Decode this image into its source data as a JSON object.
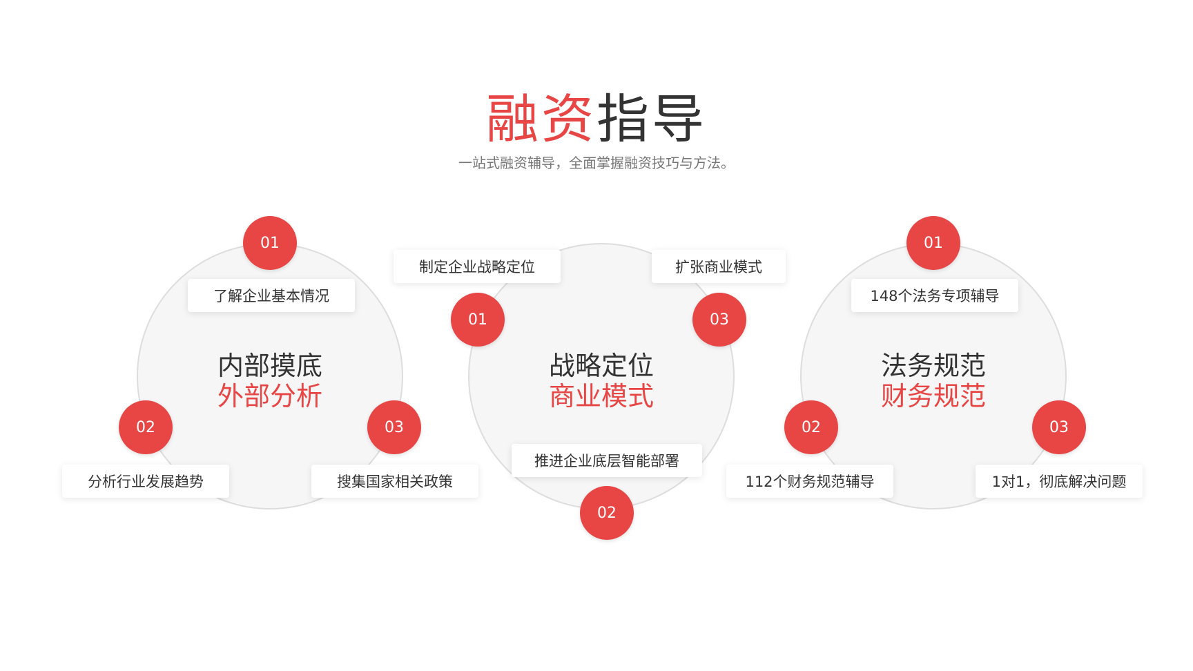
{
  "header": {
    "title_red": "融资",
    "title_dark": "指导",
    "subtitle": "一站式融资辅导，全面掌握融资技巧与方法。"
  },
  "colors": {
    "accent": "#e84545",
    "text": "#333333",
    "muted": "#777777",
    "circle_fill": "#f6f6f6"
  },
  "groups": [
    {
      "line1": "内部摸底",
      "line2": "外部分析",
      "items": [
        {
          "num": "01",
          "label": "了解企业基本情况"
        },
        {
          "num": "02",
          "label": "分析行业发展趋势"
        },
        {
          "num": "03",
          "label": "搜集国家相关政策"
        }
      ]
    },
    {
      "line1": "战略定位",
      "line2": "商业模式",
      "items": [
        {
          "num": "01",
          "label": "制定企业战略定位"
        },
        {
          "num": "02",
          "label": "推进企业底层智能部署"
        },
        {
          "num": "03",
          "label": "扩张商业模式"
        }
      ]
    },
    {
      "line1": "法务规范",
      "line2": "财务规范",
      "items": [
        {
          "num": "01",
          "label": "148个法务专项辅导"
        },
        {
          "num": "02",
          "label": "112个财务规范辅导"
        },
        {
          "num": "03",
          "label": "1对1，彻底解决问题"
        }
      ]
    }
  ]
}
